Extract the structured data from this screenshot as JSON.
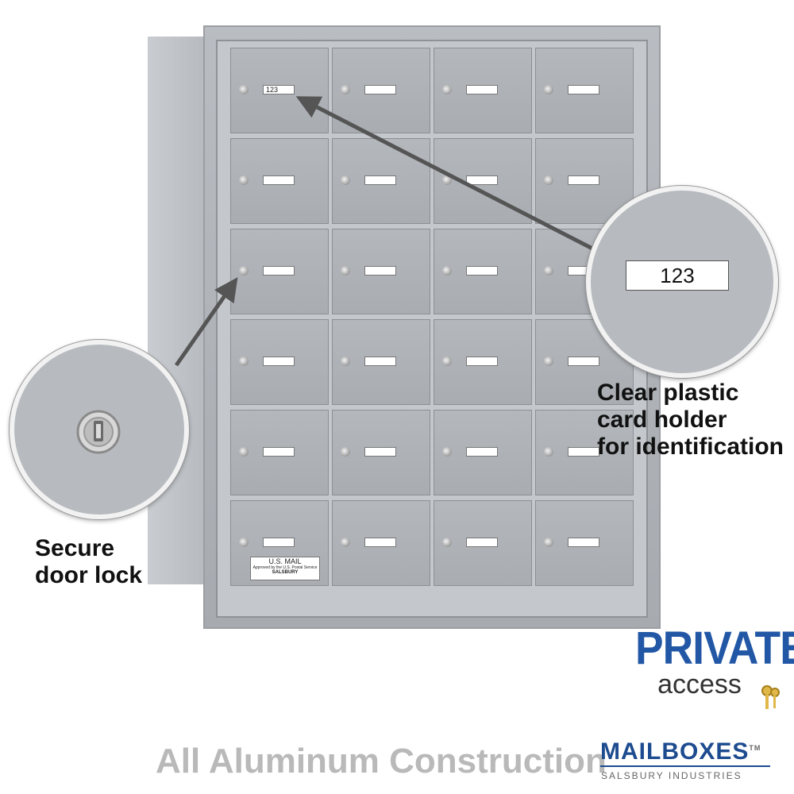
{
  "unit": {
    "rows": 6,
    "cols": 4,
    "sample_label": "123",
    "usmail_title": "U.S. MAIL",
    "usmail_line2": "Approved by the U.S. Postal Service",
    "usmail_brand": "SALSBURY"
  },
  "lock_callout": {
    "text_line1": "Secure",
    "text_line2": "door lock"
  },
  "label_callout": {
    "zoom_label": "123",
    "text_line1": "Clear plastic",
    "text_line2": "card holder",
    "text_line3": "for identification"
  },
  "badge": {
    "title": "PRIVATE",
    "subtitle": "access"
  },
  "footer": {
    "text": "All Aluminum Construction",
    "brand": "MAILBOXES",
    "brand_tm": "TM",
    "brand_sub": "SALSBURY INDUSTRIES"
  },
  "colors": {
    "accent_blue": "#2257a6",
    "brand_blue": "#1d4b8f",
    "footer_gray": "#b9b9b9"
  }
}
